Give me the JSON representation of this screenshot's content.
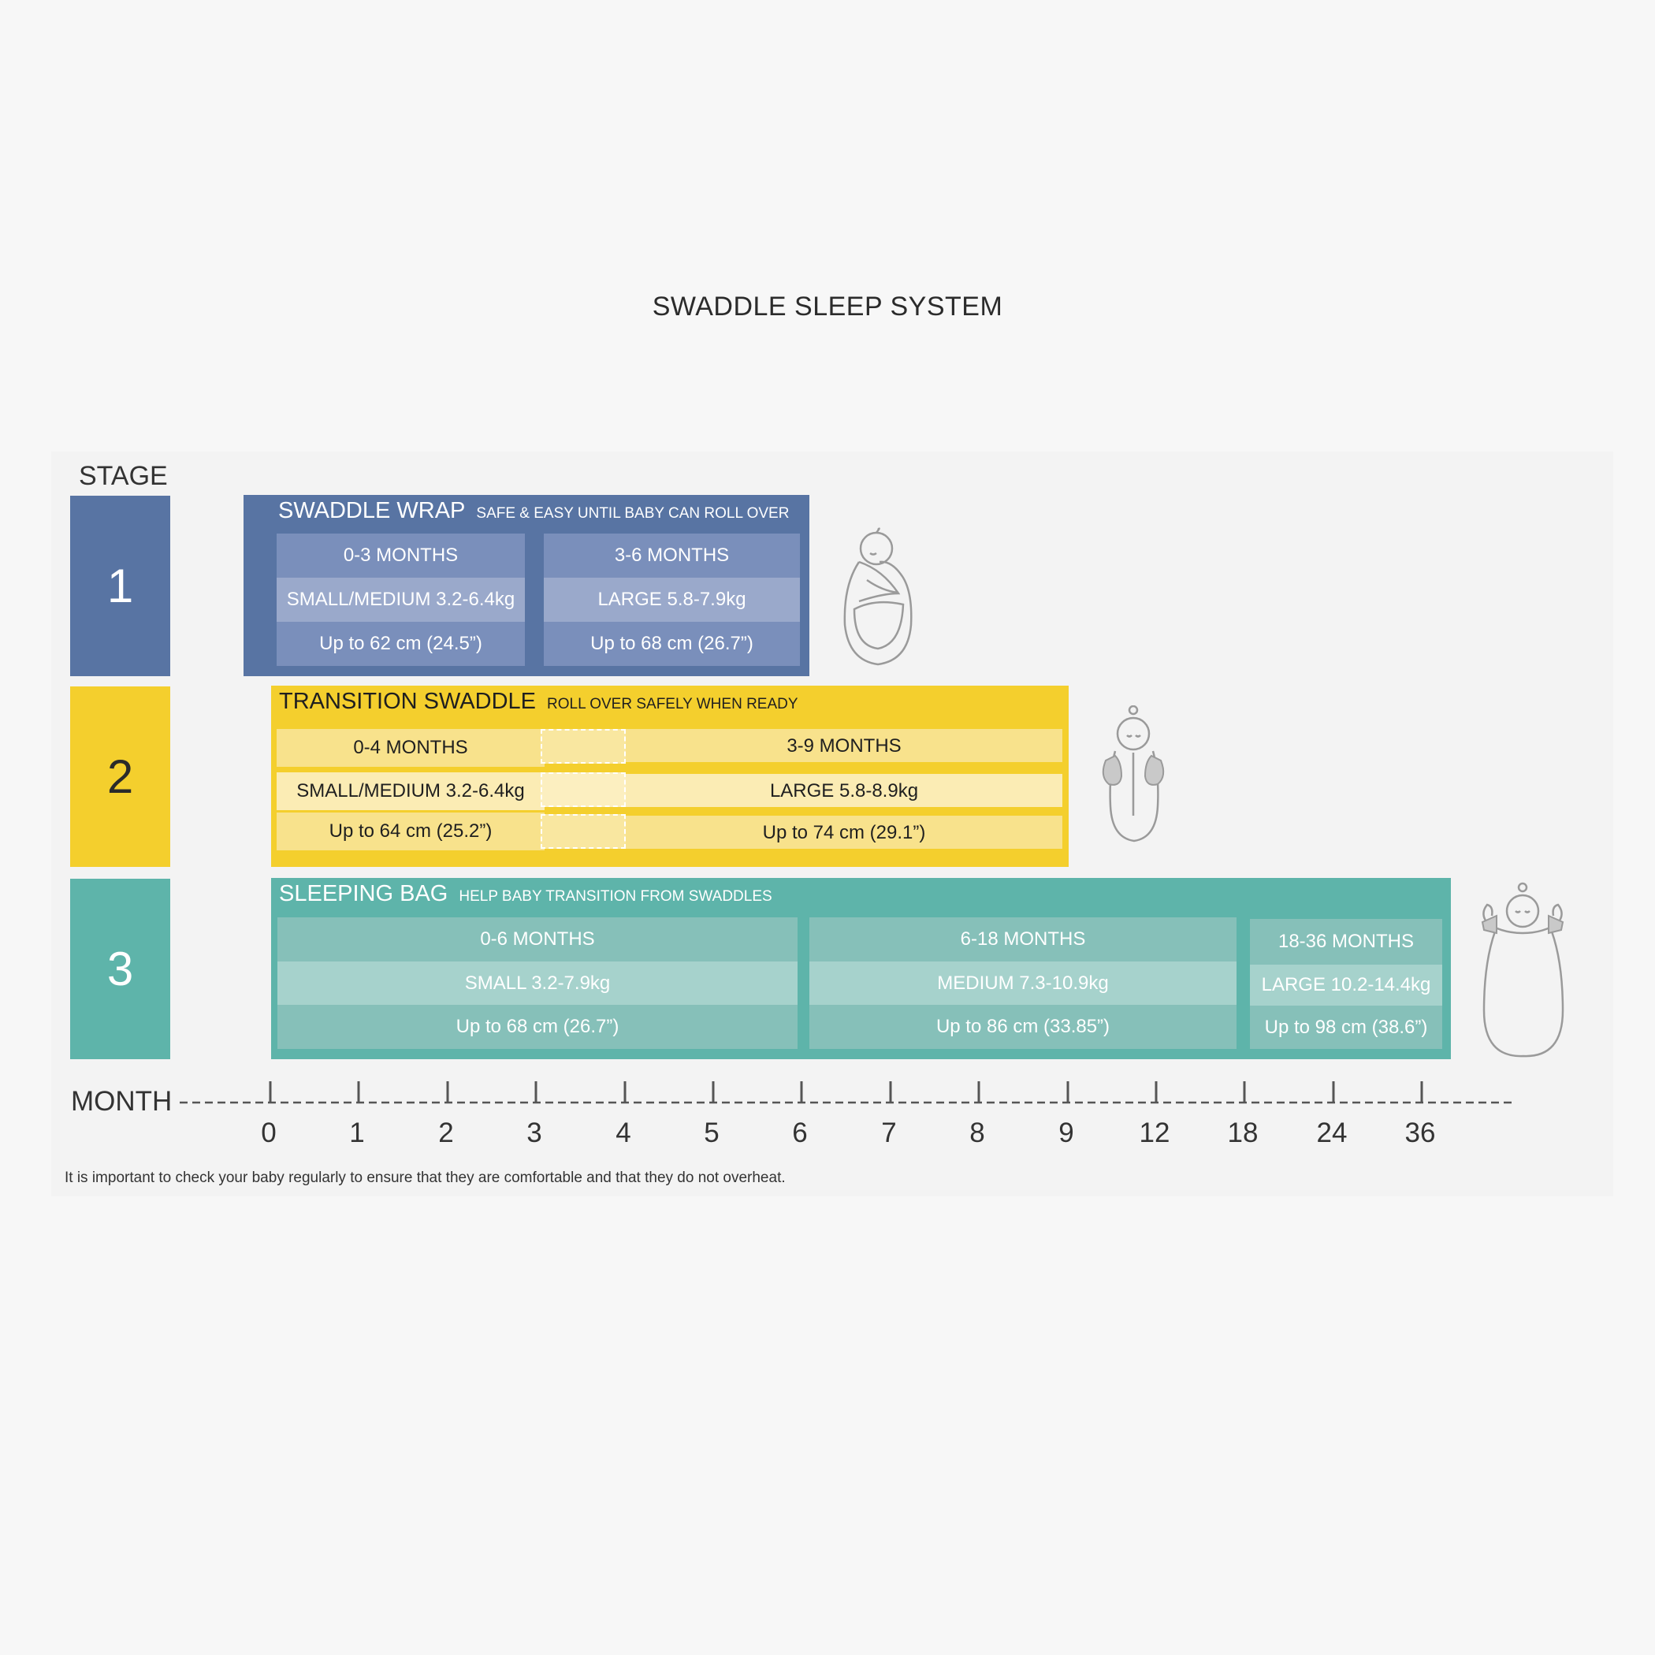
{
  "title": "SWADDLE SLEEP SYSTEM",
  "stage_label": "STAGE",
  "stages": [
    {
      "number": "1",
      "color": "#5874a3",
      "name": "SWADDLE WRAP",
      "subtitle": "SAFE & EASY UNTIL BABY CAN ROLL OVER",
      "sizes": [
        {
          "age": "0-3 MONTHS",
          "size": "SMALL/MEDIUM 3.2-6.4kg",
          "length": "Up to 62 cm (24.5”)"
        },
        {
          "age": "3-6 MONTHS",
          "size": "LARGE 5.8-7.9kg",
          "length": "Up to 68 cm (26.7”)"
        }
      ],
      "icon": "swaddle-wrap-baby-icon"
    },
    {
      "number": "2",
      "color": "#f4cf2d",
      "name": "TRANSITION SWADDLE",
      "subtitle": "ROLL OVER SAFELY WHEN READY",
      "sizes": [
        {
          "age": "0-4 MONTHS",
          "size": "SMALL/MEDIUM 3.2-6.4kg",
          "length": "Up to 64 cm (25.2”)"
        },
        {
          "age": "3-9 MONTHS",
          "size": "LARGE 5.8-8.9kg",
          "length": "Up to 74 cm (29.1”)"
        }
      ],
      "icon": "transition-swaddle-baby-icon"
    },
    {
      "number": "3",
      "color": "#5eb4aa",
      "name": "SLEEPING BAG",
      "subtitle": "HELP BABY TRANSITION FROM SWADDLES",
      "sizes": [
        {
          "age": "0-6 MONTHS",
          "size": "SMALL 3.2-7.9kg",
          "length": "Up to 68 cm (26.7”)"
        },
        {
          "age": "6-18 MONTHS",
          "size": "MEDIUM 7.3-10.9kg",
          "length": "Up to 86 cm (33.85”)"
        },
        {
          "age": "18-36 MONTHS",
          "size": "LARGE 10.2-14.4kg",
          "length": "Up to 98 cm (38.6”)"
        }
      ],
      "icon": "sleeping-bag-baby-icon"
    }
  ],
  "axis": {
    "label": "MONTH",
    "ticks": [
      "0",
      "1",
      "2",
      "3",
      "4",
      "5",
      "6",
      "7",
      "8",
      "9",
      "12",
      "18",
      "24",
      "36"
    ]
  },
  "footnote": "It is important to check your baby regularly to ensure that they are comfortable and that they do not overheat."
}
